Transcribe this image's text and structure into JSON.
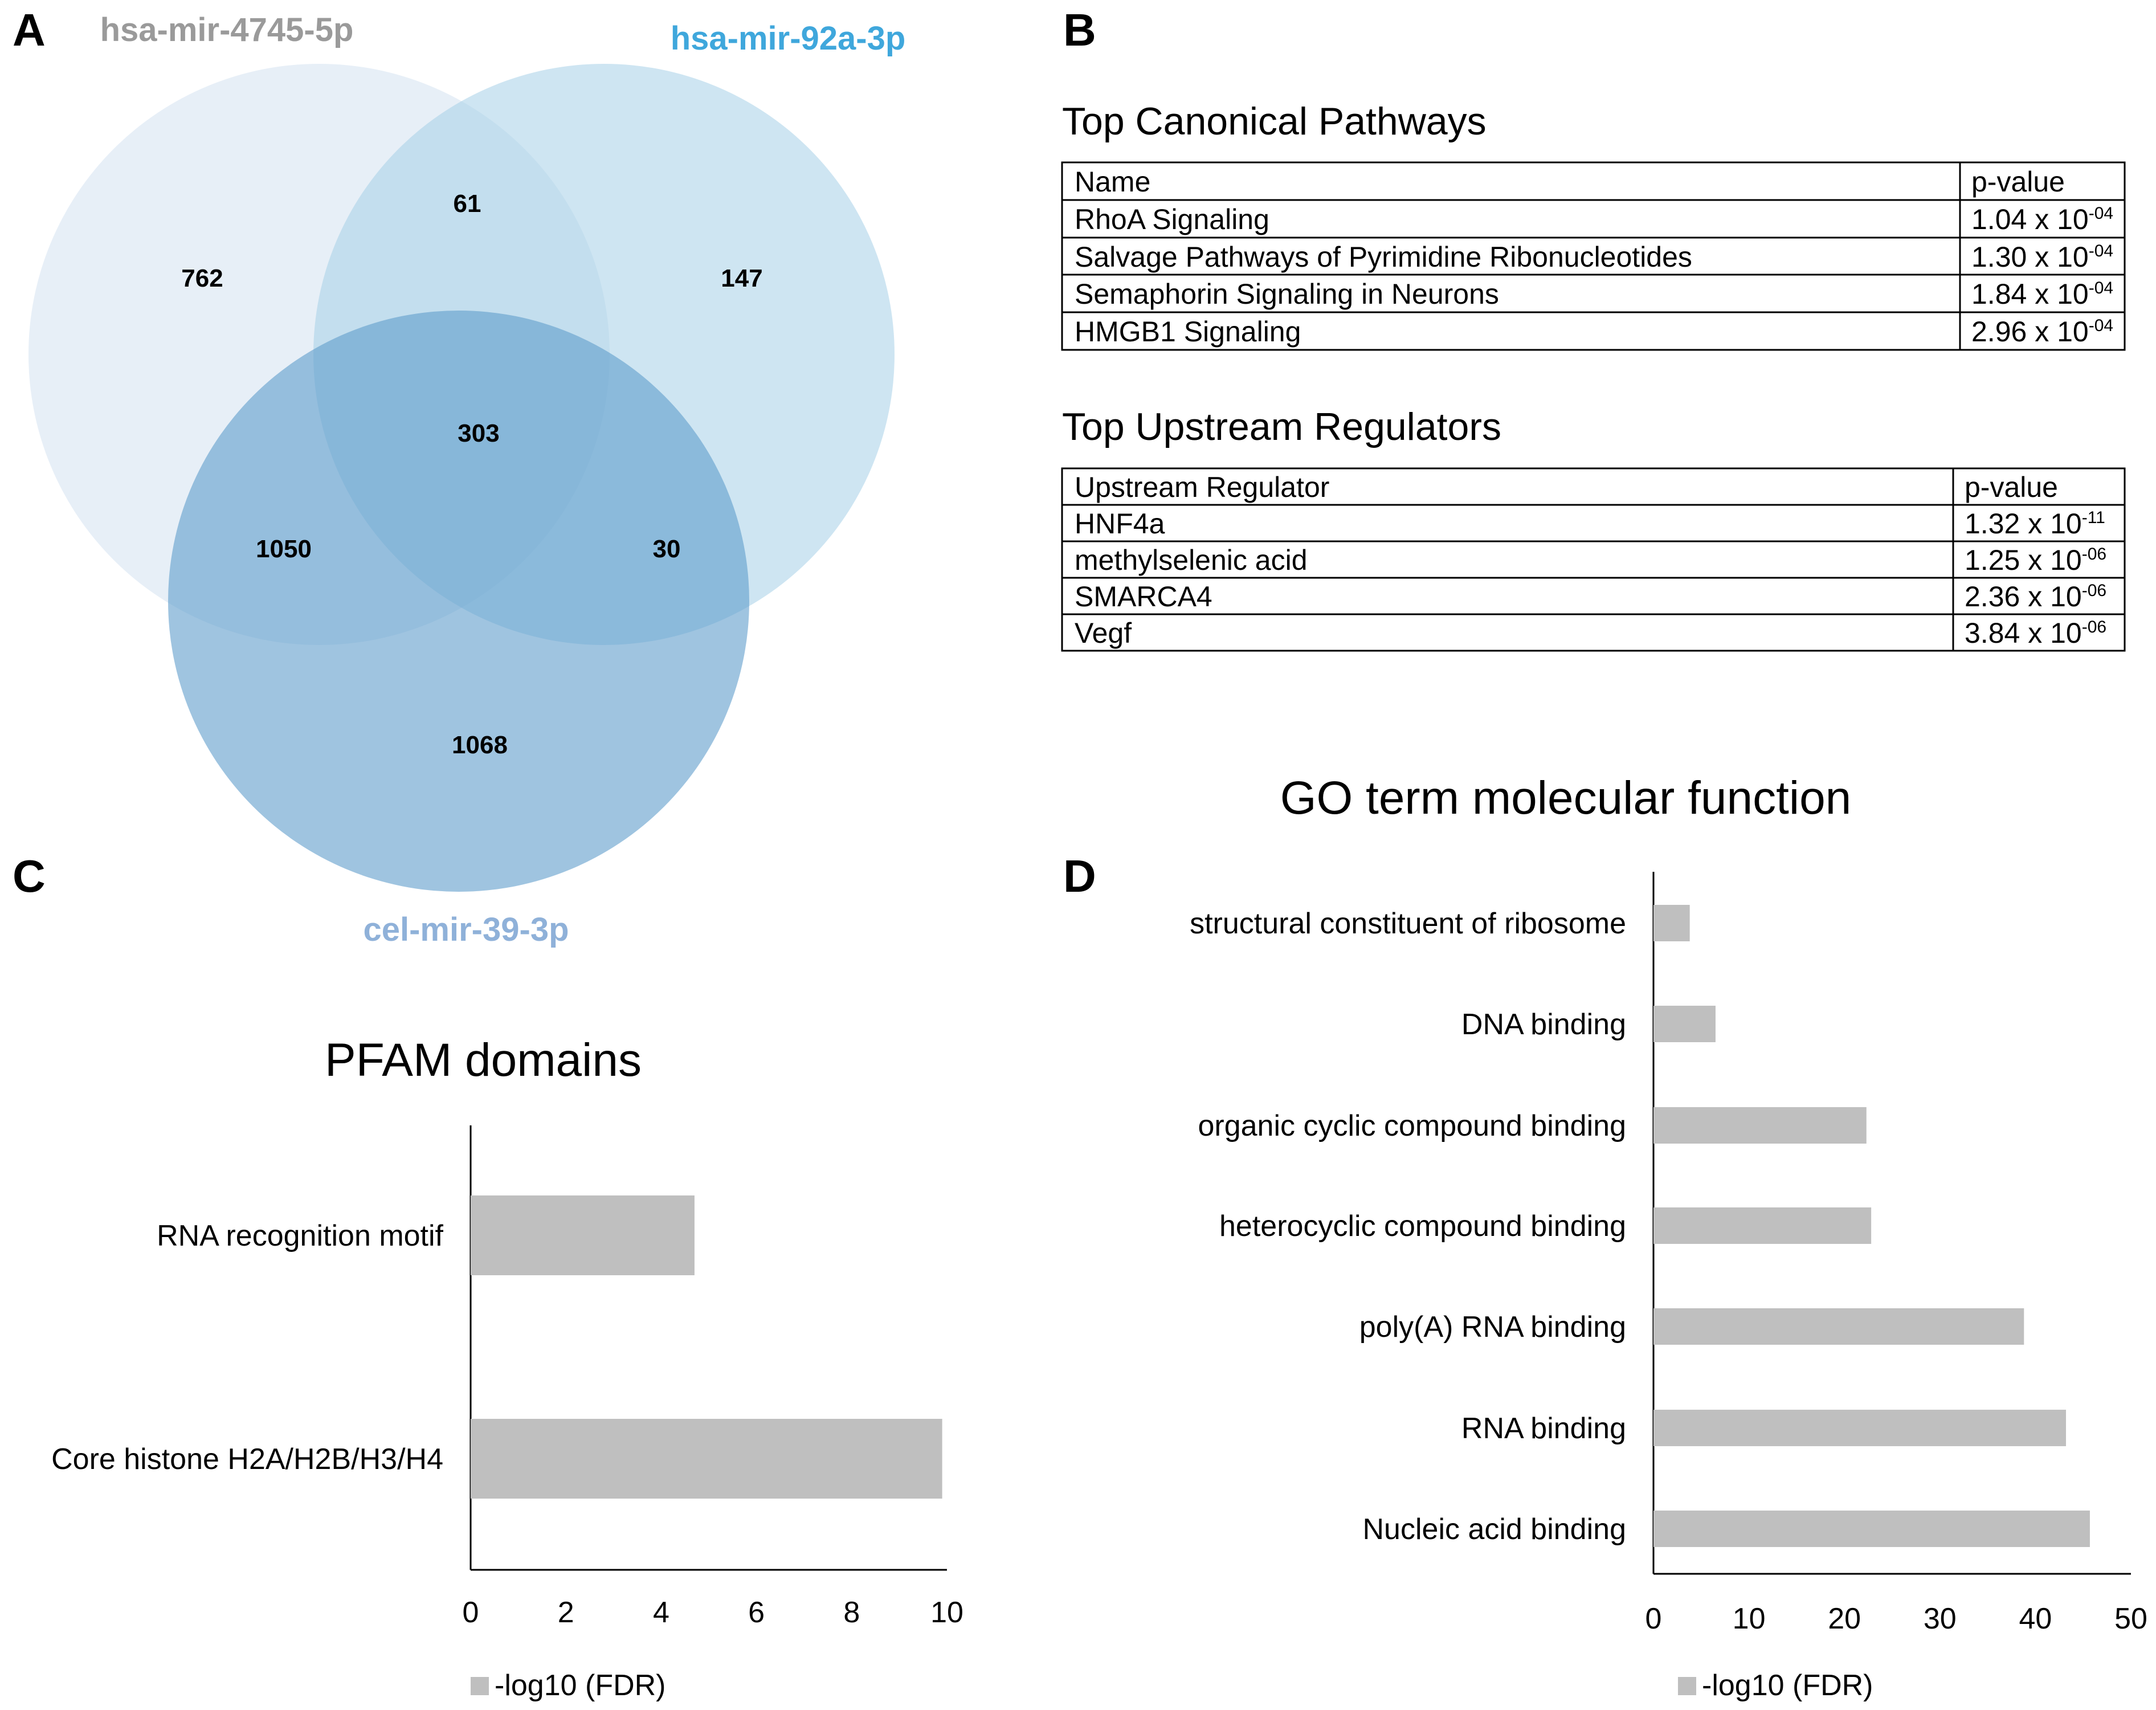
{
  "panels": {
    "a": "A",
    "b": "B",
    "c": "C",
    "d": "D"
  },
  "venn": {
    "sets": [
      {
        "name": "hsa-mir-4745-5p",
        "label_color": "#9a9a9a",
        "fill": "#c9dcee",
        "opacity": 0.45
      },
      {
        "name": "hsa-mir-92a-3p",
        "label_color": "#3fa7dc",
        "fill": "#a5cfe8",
        "opacity": 0.55
      },
      {
        "name": "cel-mir-39-3p",
        "label_color": "#8fb1d9",
        "fill": "#5f9ccc",
        "opacity": 0.6
      }
    ],
    "regions": [
      {
        "sets": [
          "hsa-mir-4745-5p"
        ],
        "count": "762"
      },
      {
        "sets": [
          "hsa-mir-92a-3p"
        ],
        "count": "147"
      },
      {
        "sets": [
          "hsa-mir-4745-5p",
          "hsa-mir-92a-3p"
        ],
        "count": "61"
      },
      {
        "sets": [
          "hsa-mir-4745-5p",
          "hsa-mir-92a-3p",
          "cel-mir-39-3p"
        ],
        "count": "303"
      },
      {
        "sets": [
          "hsa-mir-4745-5p",
          "cel-mir-39-3p"
        ],
        "count": "1050"
      },
      {
        "sets": [
          "hsa-mir-92a-3p",
          "cel-mir-39-3p"
        ],
        "count": "30"
      },
      {
        "sets": [
          "cel-mir-39-3p"
        ],
        "count": "1068"
      }
    ]
  },
  "tables": [
    {
      "title": "Top Canonical Pathways",
      "headers": [
        "Name",
        "p-value"
      ],
      "rows": [
        {
          "name": "RhoA Signaling",
          "base": "1.04 x 10",
          "exp": "-04"
        },
        {
          "name": "Salvage Pathways of Pyrimidine Ribonucleotides",
          "base": "1.30 x 10",
          "exp": "-04"
        },
        {
          "name": "Semaphorin Signaling in Neurons",
          "base": "1.84 x 10",
          "exp": "-04"
        },
        {
          "name": "HMGB1 Signaling",
          "base": "2.96 x 10",
          "exp": "-04"
        }
      ]
    },
    {
      "title": "Top Upstream Regulators",
      "headers": [
        "Upstream Regulator",
        "p-value"
      ],
      "rows": [
        {
          "name": "HNF4a",
          "base": "1.32 x 10",
          "exp": "-11"
        },
        {
          "name": "methylselenic acid",
          "base": "1.25 x 10",
          "exp": "-06"
        },
        {
          "name": "SMARCA4",
          "base": "2.36 x 10",
          "exp": "-06"
        },
        {
          "name": "Vegf",
          "base": "3.84 x 10",
          "exp": "-06"
        }
      ]
    }
  ],
  "bar_color": "#bfbfbf",
  "chart_data": [
    {
      "type": "bar",
      "orientation": "horizontal",
      "title": "PFAM domains",
      "categories": [
        "RNA recognition motif",
        "Core histone H2A/H2B/H3/H4"
      ],
      "values": [
        4.7,
        9.9
      ],
      "xlim": [
        0,
        10
      ],
      "xticks": [
        0,
        2,
        4,
        6,
        8,
        10
      ],
      "legend": "-log10 (FDR)",
      "legend_position": "bottom",
      "grid": false
    },
    {
      "type": "bar",
      "orientation": "horizontal",
      "title": "GO term molecular function",
      "categories": [
        "structural constituent of ribosome",
        "DNA binding",
        "organic cyclic compound binding",
        "heterocyclic compound binding",
        "poly(A) RNA binding",
        "RNA binding",
        "Nucleic acid binding"
      ],
      "values": [
        3.8,
        6.5,
        22.3,
        22.8,
        38.8,
        43.2,
        45.7
      ],
      "xlim": [
        0,
        50
      ],
      "xticks": [
        0,
        10,
        20,
        30,
        40,
        50
      ],
      "legend": "-log10 (FDR)",
      "legend_position": "bottom",
      "grid": false
    }
  ]
}
